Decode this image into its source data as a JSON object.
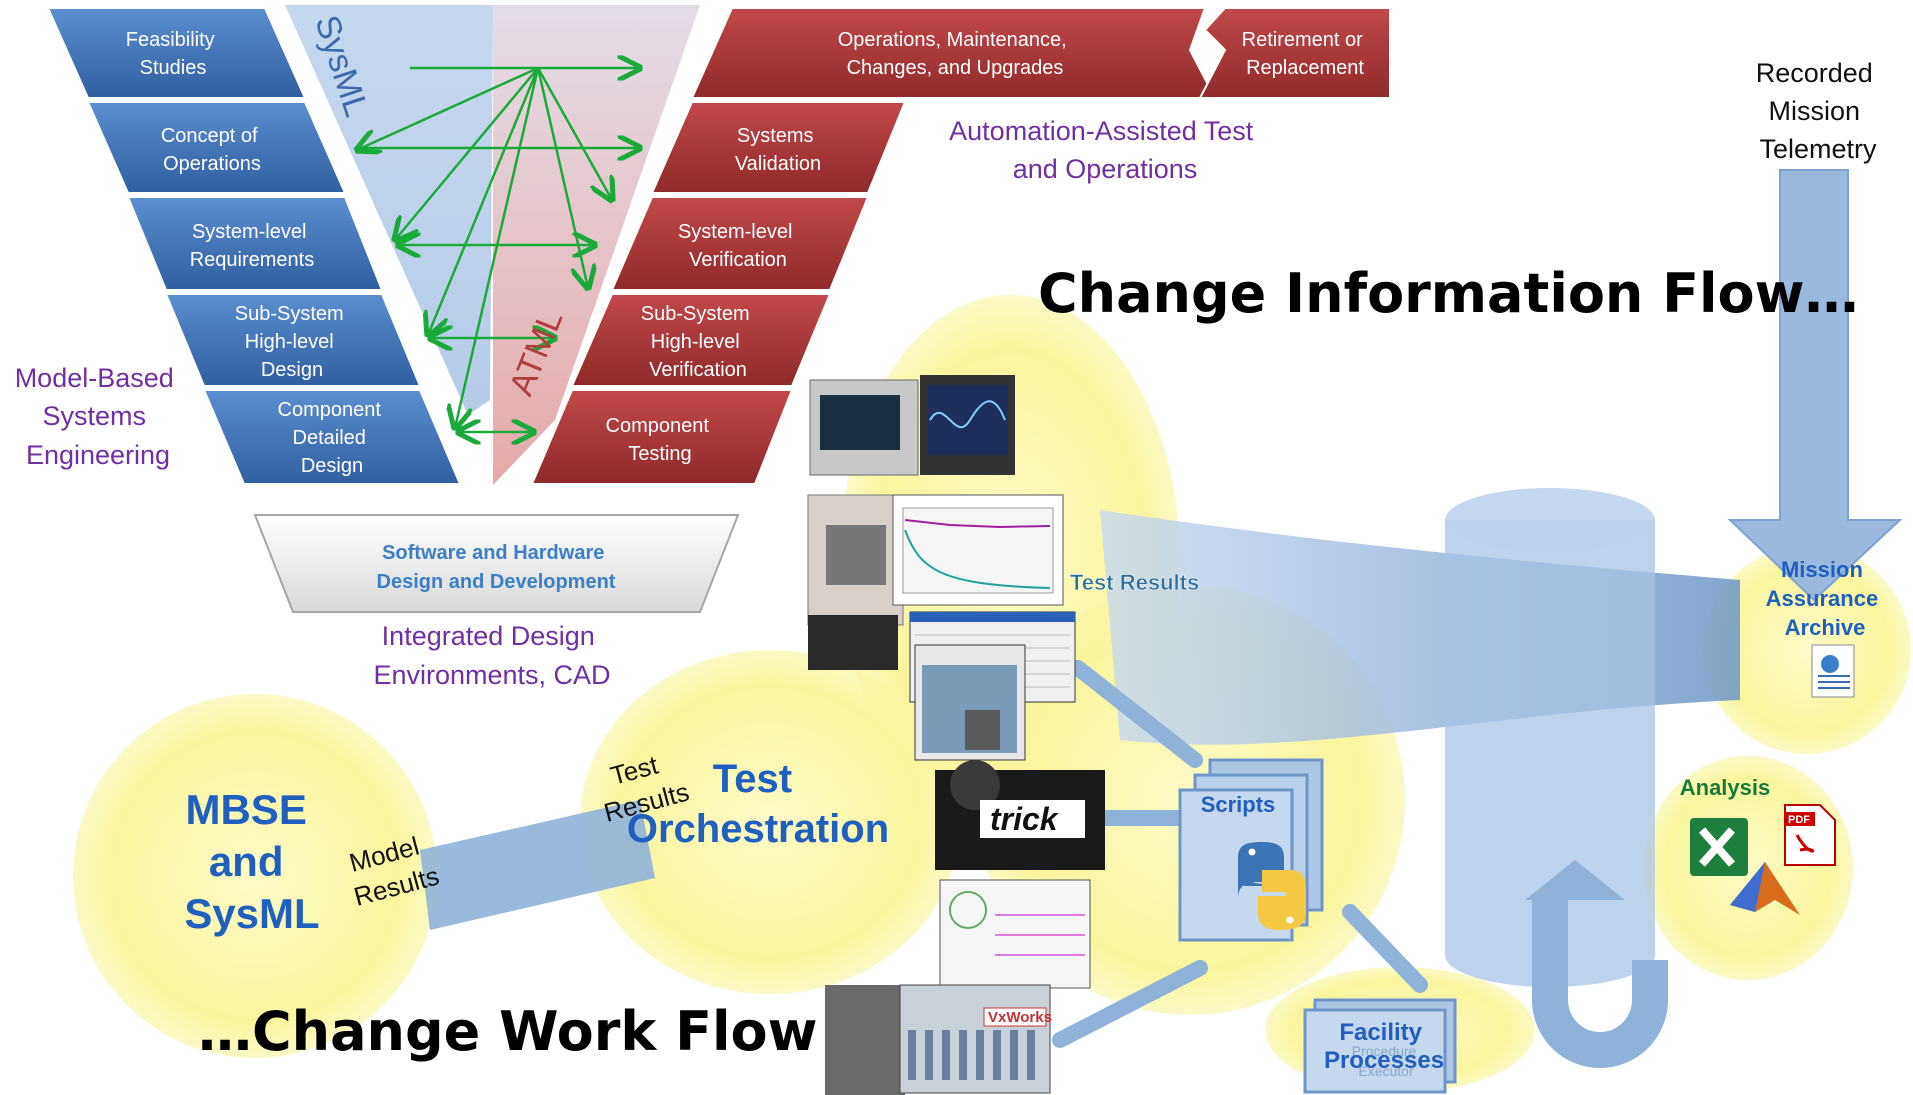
{
  "colors": {
    "left_phase_fill": "#3d72b4",
    "right_phase_fill": "#a83434",
    "arrow_green": "#1aaa3a",
    "purple_label": "#7030a0",
    "bubble_yellow": "#fbf7b2",
    "flow_blue": "#8fb2d9",
    "mbse_text_blue": "#1f5fbf"
  },
  "v_model": {
    "left_phases": [
      {
        "lines": [
          "Feasibility",
          "Studies"
        ]
      },
      {
        "lines": [
          "Concept of",
          "Operations"
        ]
      },
      {
        "lines": [
          "System-level",
          "Requirements"
        ]
      },
      {
        "lines": [
          "Sub-System",
          "High-level",
          "Design"
        ]
      },
      {
        "lines": [
          "Component",
          "Detailed",
          "Design"
        ]
      }
    ],
    "right_phases": [
      {
        "lines": [
          "Operations, Maintenance,",
          "Changes, and Upgrades"
        ]
      },
      {
        "lines": [
          "Retirement or",
          "Replacement"
        ]
      },
      {
        "lines": [
          "Systems",
          "Validation"
        ]
      },
      {
        "lines": [
          "System-level",
          "Verification"
        ]
      },
      {
        "lines": [
          "Sub-System",
          "High-level",
          "Verification"
        ]
      },
      {
        "lines": [
          "Component",
          "Testing"
        ]
      }
    ],
    "bottom": {
      "lines": [
        "Software and Hardware",
        "Design and Development"
      ]
    },
    "sysml_label": "SysML",
    "atml_label": "ATML"
  },
  "labels": {
    "mbse_side": [
      "Model-Based",
      "Systems",
      "Engineering"
    ],
    "automation": [
      "Automation-Assisted Test",
      "and Operations"
    ],
    "ide": [
      "Integrated Design",
      "Environments, CAD"
    ],
    "telemetry": [
      "Recorded",
      "Mission",
      "Telemetry"
    ],
    "change_info_flow": "Change Information Flow…",
    "change_work_flow": "…Change Work Flow",
    "test_results_top": "Test Results",
    "test_results_rot": [
      "Test",
      "Results"
    ],
    "model_results": [
      "Model",
      "Results"
    ],
    "test_orchestration": [
      "Test",
      "Orchestration"
    ],
    "mbse_bubble": [
      "MBSE",
      "and",
      "SysML"
    ],
    "scripts": "Scripts",
    "facility": [
      "Facility",
      "Processes"
    ],
    "facility_ghost": [
      "Procedure",
      "Executor"
    ],
    "archive": [
      "Mission",
      "Assurance",
      "Archive"
    ],
    "analysis": "Analysis",
    "trick_logo": "trick",
    "vxworks_logo": "VxWorks",
    "pdf_badge": "PDF"
  }
}
